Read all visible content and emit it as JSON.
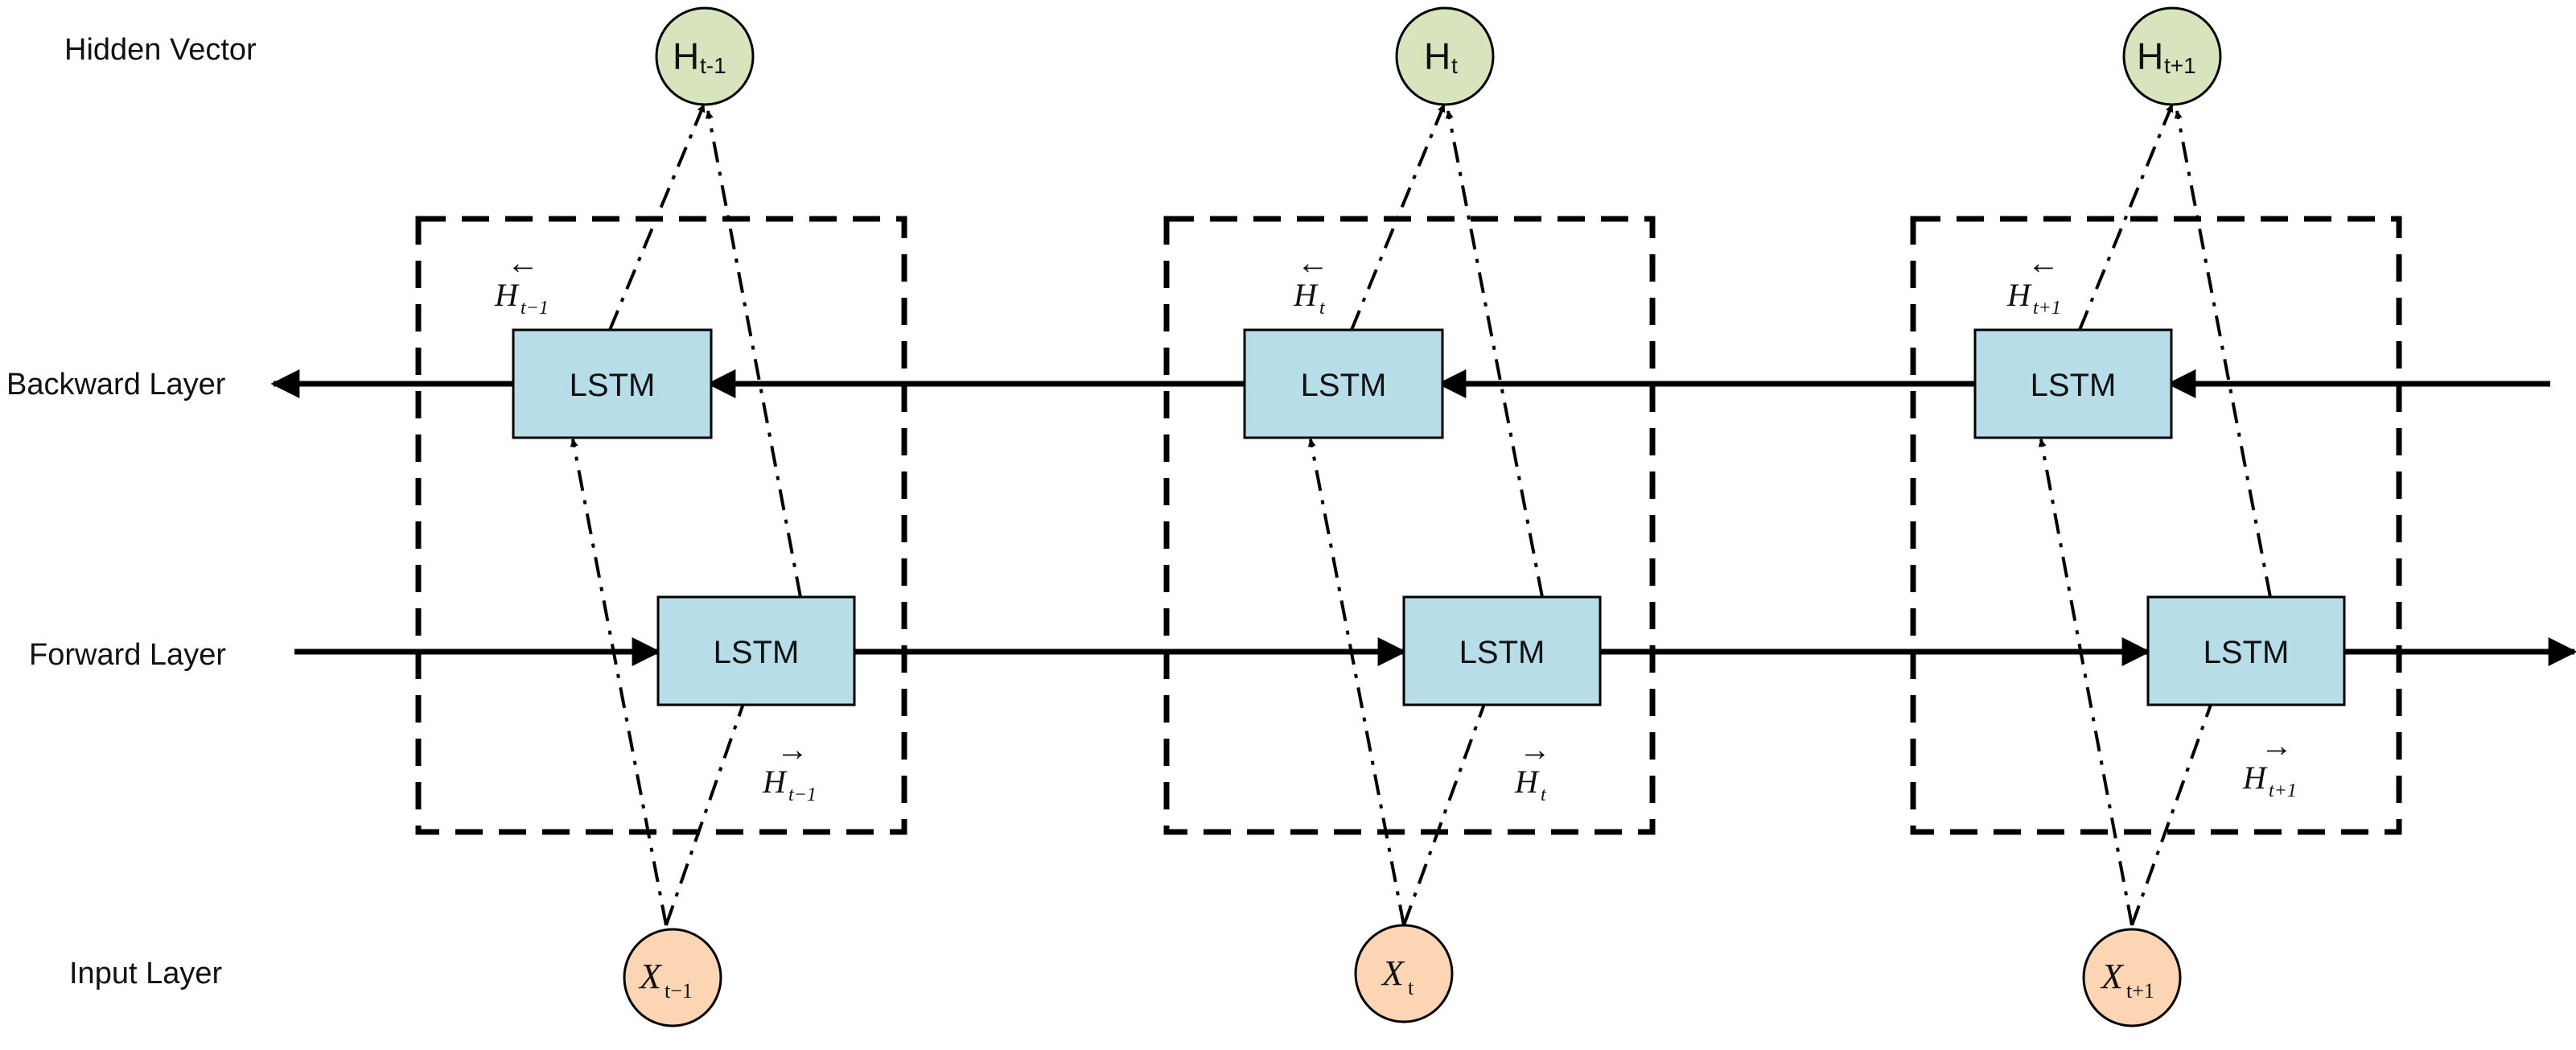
{
  "layers": {
    "hidden": "Hidden Vector",
    "backward": "Backward Layer",
    "forward": "Forward Layer",
    "input": "Input Layer"
  },
  "colors": {
    "lstm_fill": "#b6dde8",
    "hidden_fill": "#d7e4bd",
    "input_fill": "#fcd5b5",
    "stroke": "#000000"
  },
  "steps": [
    {
      "output": {
        "base": "H",
        "sub": "t-1"
      },
      "input": {
        "base": "X",
        "sub": "t−1"
      },
      "backward": {
        "cell": "LSTM",
        "state_base": "H",
        "state_sub": "t−1",
        "state_arrow": "←"
      },
      "forward": {
        "cell": "LSTM",
        "state_base": "H",
        "state_sub": "t−1",
        "state_arrow": "→"
      }
    },
    {
      "output": {
        "base": "H",
        "sub": "t"
      },
      "input": {
        "base": "X",
        "sub": "t"
      },
      "backward": {
        "cell": "LSTM",
        "state_base": "H",
        "state_sub": "t",
        "state_arrow": "←"
      },
      "forward": {
        "cell": "LSTM",
        "state_base": "H",
        "state_sub": "t",
        "state_arrow": "→"
      }
    },
    {
      "output": {
        "base": "H",
        "sub": "t+1"
      },
      "input": {
        "base": "X",
        "sub": "t+1"
      },
      "backward": {
        "cell": "LSTM",
        "state_base": "H",
        "state_sub": "t+1",
        "state_arrow": "←"
      },
      "forward": {
        "cell": "LSTM",
        "state_base": "H",
        "state_sub": "t+1",
        "state_arrow": "→"
      }
    }
  ]
}
